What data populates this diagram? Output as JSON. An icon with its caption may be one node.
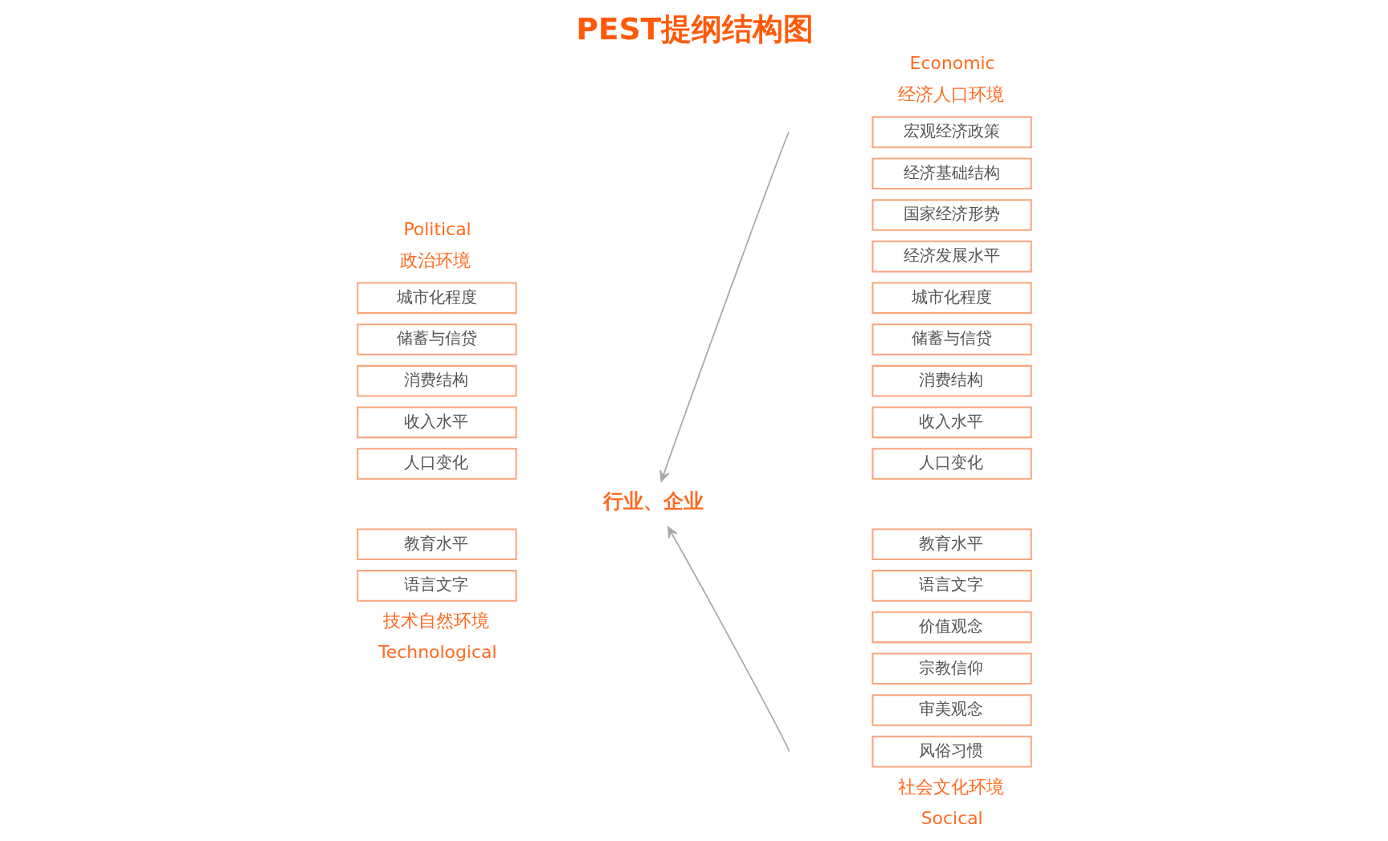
{
  "diagram": {
    "title": "PEST提纲结构图",
    "nodes": [
      {
        "text": [
          "城市化程度"
        ]
      },
      {
        "text": [
          "储蓄与信贷"
        ]
      },
      {
        "text": [
          "消费结构"
        ]
      },
      {
        "text": [
          "收入水平"
        ]
      },
      {
        "text": [
          "人口变化"
        ]
      },
      {
        "text": [
          "教育水平"
        ]
      },
      {
        "text": [
          "语言文字"
        ]
      },
      {
        "text": [
          "行业、企业"
        ]
      },
      {
        "text": [
          "宏观经济政策"
        ]
      },
      {
        "text": [
          "经济基础结构"
        ]
      },
      {
        "text": [
          "国家经济形势"
        ]
      },
      {
        "text": [
          "经济发展水平"
        ]
      },
      {
        "text": [
          "城市化程度"
        ]
      },
      {
        "text": [
          "储蓄与信贷"
        ]
      },
      {
        "text": [
          "消费结构"
        ]
      },
      {
        "text": [
          "收入水平"
        ]
      },
      {
        "text": [
          "人口变化"
        ]
      },
      {
        "text": [
          "教育水平"
        ]
      },
      {
        "text": [
          "语言文字"
        ]
      },
      {
        "text": [
          "价值观念"
        ]
      },
      {
        "text": [
          "宗教信仰"
        ]
      },
      {
        "text": [
          "审美观念"
        ]
      },
      {
        "text": [
          "风俗习惯"
        ]
      }
    ],
    "edges": [
      {
        "from": null,
        "to": 7,
        "arrow": "to"
      },
      {
        "from": null,
        "to": 7,
        "arrow": "to"
      }
    ],
    "labels": [
      "Political",
      "政治环境",
      "技术自然环境",
      "Technological",
      "Economic",
      "经济人口环境",
      "社会文化环境",
      "Socical"
    ]
  }
}
